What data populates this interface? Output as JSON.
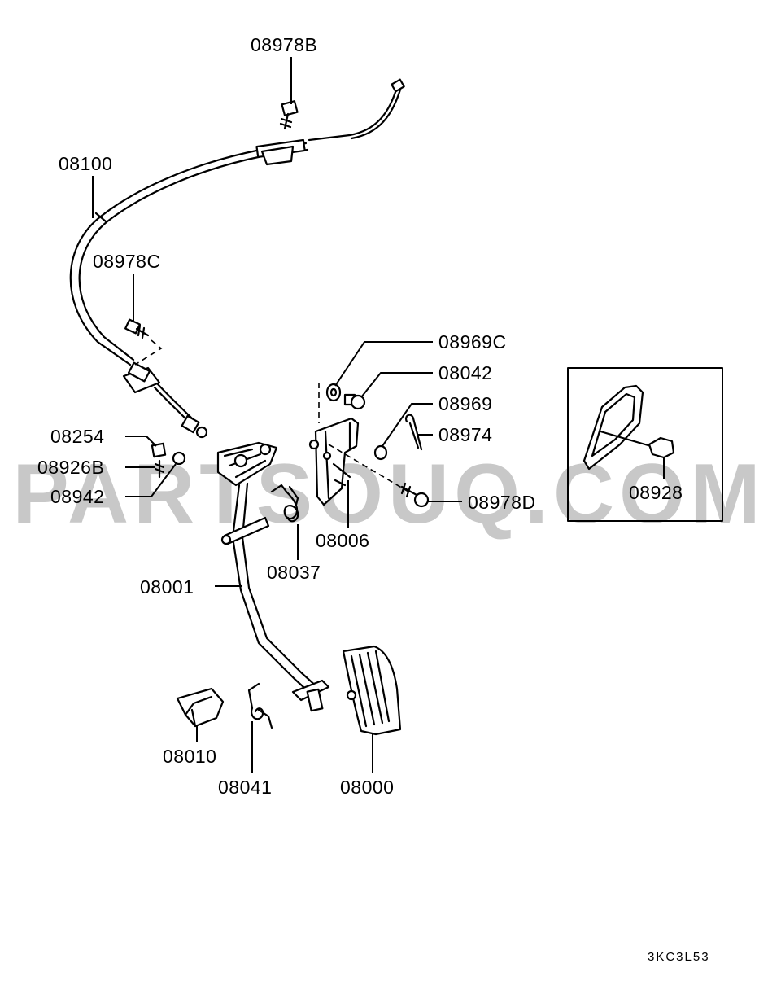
{
  "watermark": "PARTSOUQ.COM",
  "diagram_code": "3KC3L53",
  "labels": {
    "p08978B": "08978B",
    "p08100": "08100",
    "p08978C": "08978C",
    "p08969C": "08969C",
    "p08042": "08042",
    "p08969": "08969",
    "p08974": "08974",
    "p08978D": "08978D",
    "p08254": "08254",
    "p08926B": "08926B",
    "p08942": "08942",
    "p08006": "08006",
    "p08037": "08037",
    "p08001": "08001",
    "p08010": "08010",
    "p08041": "08041",
    "p08000": "08000",
    "p08928": "08928"
  }
}
